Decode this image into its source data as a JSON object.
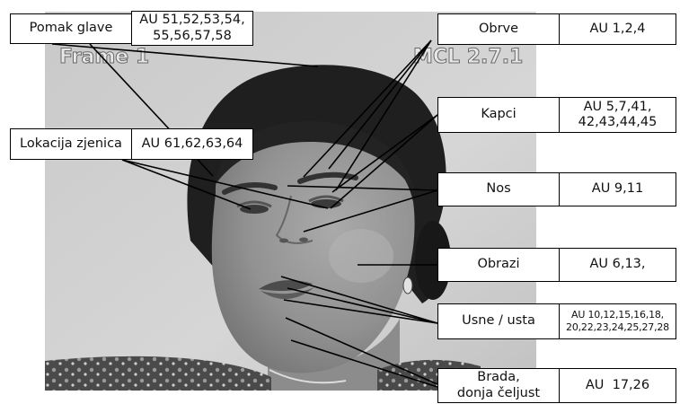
{
  "photo": {
    "overlay_left": "Frame 1",
    "overlay_right": "MCL 2.7.1"
  },
  "callouts": {
    "head_movement": {
      "label": [
        "Pomak glave"
      ],
      "au": [
        "AU 51,52,53,54,",
        "55,56,57,58"
      ]
    },
    "pupil_location": {
      "label": [
        "Lokacija zjenica"
      ],
      "au": [
        "AU 61,62,63,64"
      ]
    },
    "eyebrows": {
      "label": [
        "Obrve"
      ],
      "au": [
        "AU 1,2,4"
      ]
    },
    "eyelids": {
      "label": [
        "Kapci"
      ],
      "au": [
        "AU 5,7,41,",
        "42,43,44,45"
      ]
    },
    "nose": {
      "label": [
        "Nos"
      ],
      "au": [
        "AU 9,11"
      ]
    },
    "cheeks": {
      "label": [
        "Obrazi"
      ],
      "au": [
        "AU 6,13,"
      ]
    },
    "lips_mouth": {
      "label": [
        "Usne / usta"
      ],
      "au": [
        "AU 10,12,15,16,18,",
        "20,22,23,24,25,27,28"
      ]
    },
    "chin_jaw": {
      "label": [
        "Brada,",
        "donja čeljust"
      ],
      "au": [
        "AU  17,26"
      ]
    }
  }
}
